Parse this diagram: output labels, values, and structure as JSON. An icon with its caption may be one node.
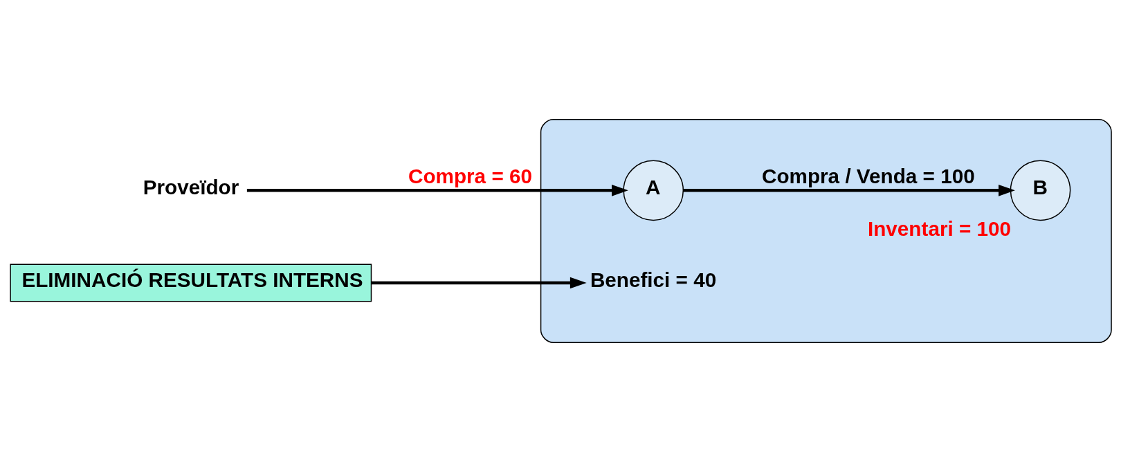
{
  "diagram": {
    "nodes": [
      {
        "text": [],
        "shape": "ellipse"
      },
      {
        "text": [
          "Proveïdor"
        ]
      },
      {
        "text": [
          "A"
        ],
        "in": 0
      },
      {
        "text": [
          "B"
        ],
        "in": 0,
        "beside": [
          "Inventari = 100"
        ]
      },
      {
        "text": [
          "Benefici = 40"
        ],
        "in": 0
      },
      {
        "text": [
          "ELIMINACIÓ RESULTATS INTERNS"
        ]
      }
    ],
    "edges": [
      {
        "from": 1,
        "to": 2,
        "arrow": "to",
        "label": "Compra = 60"
      },
      {
        "from": 2,
        "to": 3,
        "arrow": "to",
        "label": "Compra / Venda = 100"
      },
      {
        "from": 5,
        "to": 4,
        "arrow": "to"
      }
    ]
  }
}
